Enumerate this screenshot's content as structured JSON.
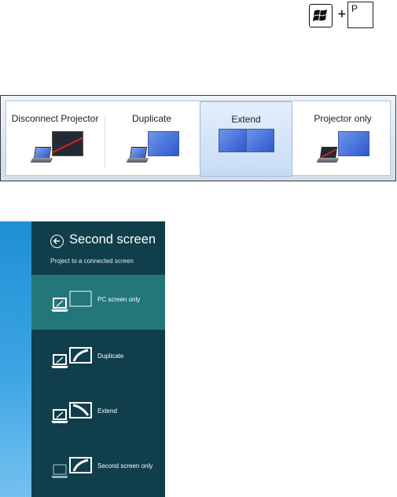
{
  "shortcut": {
    "modifier_icon": "windows-logo-icon",
    "plus": "+",
    "key": "P"
  },
  "win7_switcher": {
    "options": [
      {
        "label": "Disconnect Projector",
        "icon": "computer-only-icon",
        "selected": false
      },
      {
        "label": "Duplicate",
        "icon": "duplicate-display-icon",
        "selected": false
      },
      {
        "label": "Extend",
        "icon": "extend-display-icon",
        "selected": true
      },
      {
        "label": "Projector only",
        "icon": "projector-only-icon",
        "selected": false
      }
    ],
    "colors": {
      "selected_bg": "#c6dcf4",
      "screen_blue": "#2c58cf",
      "disabled_line": "#d42222"
    }
  },
  "win8_panel": {
    "title": "Second screen",
    "subtitle": "Project to a connected screen",
    "back_icon": "back-arrow-circle-icon",
    "items": [
      {
        "label": "PC screen only",
        "icon": "pc-screen-only-icon",
        "selected": true
      },
      {
        "label": "Duplicate",
        "icon": "duplicate-icon",
        "selected": false
      },
      {
        "label": "Extend",
        "icon": "extend-icon",
        "selected": false
      },
      {
        "label": "Second screen only",
        "icon": "second-screen-only-icon",
        "selected": false
      }
    ],
    "colors": {
      "panel_bg": "#103e4b",
      "selected_bg": "#23767a",
      "start_bg": "#3da5e3"
    }
  }
}
